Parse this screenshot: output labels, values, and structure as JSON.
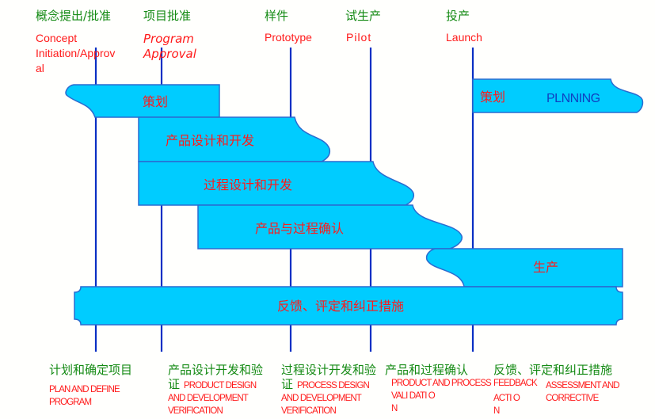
{
  "milestones": [
    {
      "zh": "概念提出/批准",
      "en": [
        "Concept",
        "Initiation/Approv",
        "al"
      ]
    },
    {
      "zh": "项目批准",
      "en": [
        "Program",
        "Approval"
      ]
    },
    {
      "zh": "样件",
      "en": [
        "Prototype"
      ]
    },
    {
      "zh": "试生产",
      "en": [
        "Pilot"
      ]
    },
    {
      "zh": "投产",
      "en": [
        "Launch"
      ]
    }
  ],
  "bands": {
    "planning": "策划",
    "product_design": "产品设计和开发",
    "process_design": "过程设计和开发",
    "validation": "产品与过程确认",
    "production": "生产",
    "feedback": "反馈、评定和纠正措施",
    "planning2_zh": "策划",
    "planning2_en": "PLNNING"
  },
  "phases": [
    {
      "zh": [
        "计划和确定项目"
      ],
      "en": [
        "PLAN AND DEFINE",
        "PROGRAM"
      ]
    },
    {
      "zh": [
        "产品设计开发和验",
        "证"
      ],
      "en": [
        "PRODUCT DESIGN",
        "AND DEVELOPMENT",
        "VERIFICATION"
      ]
    },
    {
      "zh": [
        "过程设计开发和验",
        "证"
      ],
      "en": [
        "PROCESS DESIGN",
        "AND DEVELOPMENT",
        "VERIFICATION"
      ]
    },
    {
      "zh": [
        "产品和过程确认"
      ],
      "en": [
        "PRODUCT AND PROCESS",
        "VALI DATI O",
        "N"
      ]
    },
    {
      "zh": [
        "反馈、评定和纠正措施"
      ],
      "en": [
        "FEEDBACK",
        "ACTI O",
        "N",
        "ASSESSMENT AND",
        "CORRECTIVE"
      ]
    }
  ],
  "colors": {
    "band_fill": "#00ccff",
    "line": "#0a2fc4",
    "zh_text": "#148a14",
    "en_text": "#ff1a1a"
  }
}
